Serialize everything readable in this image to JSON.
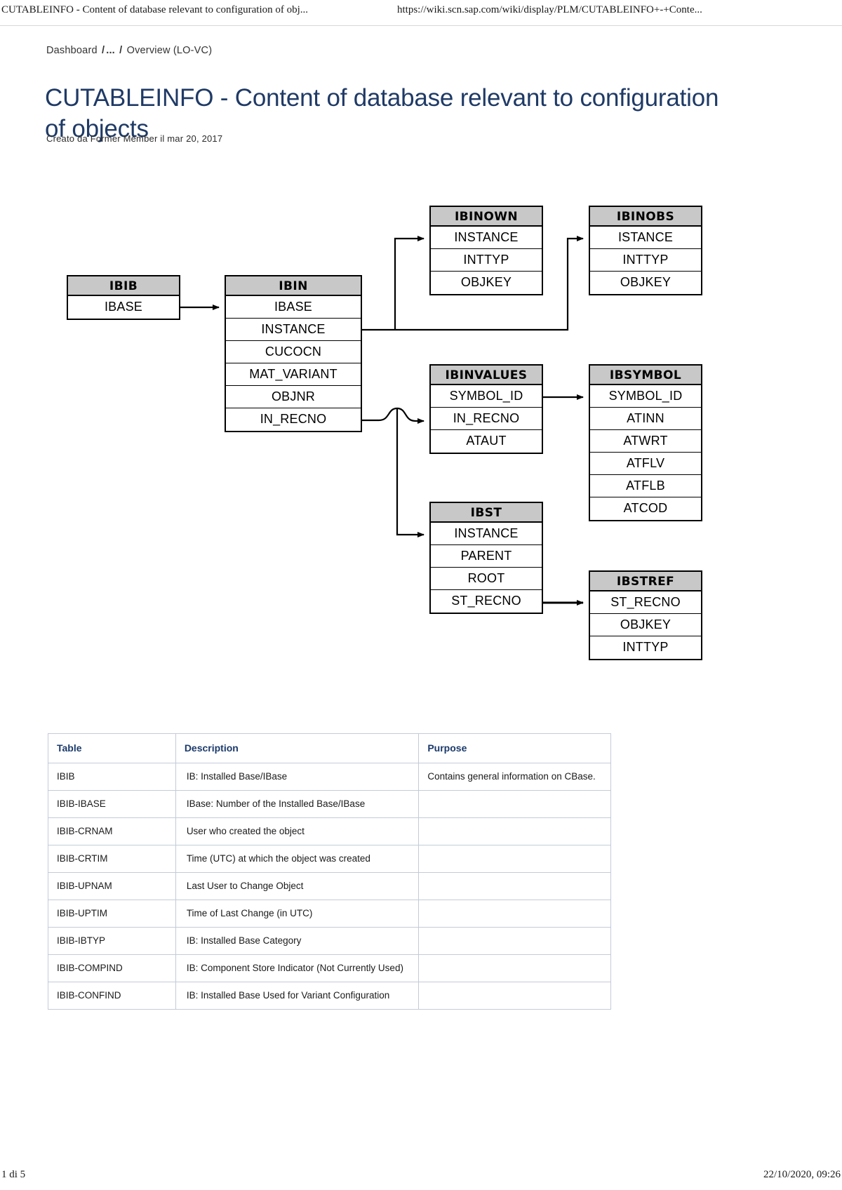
{
  "browser_print": {
    "header_title": "CUTABLEINFO - Content of database relevant to configuration of obj...",
    "header_url": "https://wiki.scn.sap.com/wiki/display/PLM/CUTABLEINFO+-+Conte...",
    "footer_page": "1 di 5",
    "footer_timestamp": "22/10/2020, 09:26"
  },
  "breadcrumb": {
    "root": "Dashboard",
    "ellipsis": "...",
    "current": "Overview (LO-VC)",
    "separator": "/"
  },
  "page": {
    "title": "CUTABLEINFO - Content of database relevant to configuration of objects",
    "byline": "Creato da Former Member il mar 20, 2017"
  },
  "colors": {
    "title_blue": "#1f3a66",
    "table_header_blue": "#1b3a6b",
    "box_header_gray": "#c8c8c8",
    "table_border": "#c3cbd8"
  },
  "diagram": {
    "type": "entity-relationship",
    "entities": [
      {
        "id": "IBIB",
        "name": "IBIB",
        "fields": [
          "IBASE"
        ]
      },
      {
        "id": "IBIN",
        "name": "IBIN",
        "fields": [
          "IBASE",
          "INSTANCE",
          "CUCOCN",
          "MAT_VARIANT",
          "OBJNR",
          "IN_RECNO"
        ]
      },
      {
        "id": "IBINOWN",
        "name": "IBINOWN",
        "fields": [
          "INSTANCE",
          "INTTYP",
          "OBJKEY"
        ]
      },
      {
        "id": "IBINOBS",
        "name": "IBINOBS",
        "fields": [
          "ISTANCE",
          "INTTYP",
          "OBJKEY"
        ]
      },
      {
        "id": "IBINVALUES",
        "name": "IBINVALUES",
        "fields": [
          "SYMBOL_ID",
          "IN_RECNO",
          "ATAUT"
        ]
      },
      {
        "id": "IBSYMBOL",
        "name": "IBSYMBOL",
        "fields": [
          "SYMBOL_ID",
          "ATINN",
          "ATWRT",
          "ATFLV",
          "ATFLB",
          "ATCOD"
        ]
      },
      {
        "id": "IBST",
        "name": "IBST",
        "fields": [
          "INSTANCE",
          "PARENT",
          "ROOT",
          "ST_RECNO"
        ]
      },
      {
        "id": "IBSTREF",
        "name": "IBSTREF",
        "fields": [
          "ST_RECNO",
          "OBJKEY",
          "INTTYP"
        ]
      }
    ],
    "relations": [
      {
        "from": "IBIB.IBASE",
        "to": "IBIN.IBASE"
      },
      {
        "from": "IBIN.IBASE",
        "to": "IBINOWN.INSTANCE"
      },
      {
        "from": "IBIN.INSTANCE",
        "to": "IBINOBS.ISTANCE"
      },
      {
        "from": "IBIN.IN_RECNO",
        "to": "IBINVALUES.IN_RECNO"
      },
      {
        "from": "IBIN.IN_RECNO",
        "to": "IBST.INSTANCE"
      },
      {
        "from": "IBINVALUES.SYMBOL_ID",
        "to": "IBSYMBOL.SYMBOL_ID"
      },
      {
        "from": "IBST.ST_RECNO",
        "to": "IBSTREF.ST_RECNO"
      }
    ]
  },
  "table": {
    "headers": [
      "Table",
      "Description",
      "Purpose"
    ],
    "rows": [
      {
        "table": "IBIB",
        "description": "IB: Installed Base/IBase",
        "purpose": "Contains general information on CBase."
      },
      {
        "table": "IBIB-IBASE",
        "description": "IBase: Number of the Installed Base/IBase",
        "purpose": ""
      },
      {
        "table": "IBIB-CRNAM",
        "description": "User who created the object",
        "purpose": ""
      },
      {
        "table": "IBIB-CRTIM",
        "description": "Time (UTC) at which the object was created",
        "purpose": ""
      },
      {
        "table": "IBIB-UPNAM",
        "description": "Last User to Change Object",
        "purpose": ""
      },
      {
        "table": "IBIB-UPTIM",
        "description": "Time of Last Change (in UTC)",
        "purpose": ""
      },
      {
        "table": "IBIB-IBTYP",
        "description": "IB: Installed Base Category",
        "purpose": ""
      },
      {
        "table": "IBIB-COMPIND",
        "description": "IB: Component Store Indicator (Not Currently Used)",
        "purpose": ""
      },
      {
        "table": "IBIB-CONFIND",
        "description": "IB: Installed Base Used for Variant Configuration",
        "purpose": ""
      }
    ]
  }
}
